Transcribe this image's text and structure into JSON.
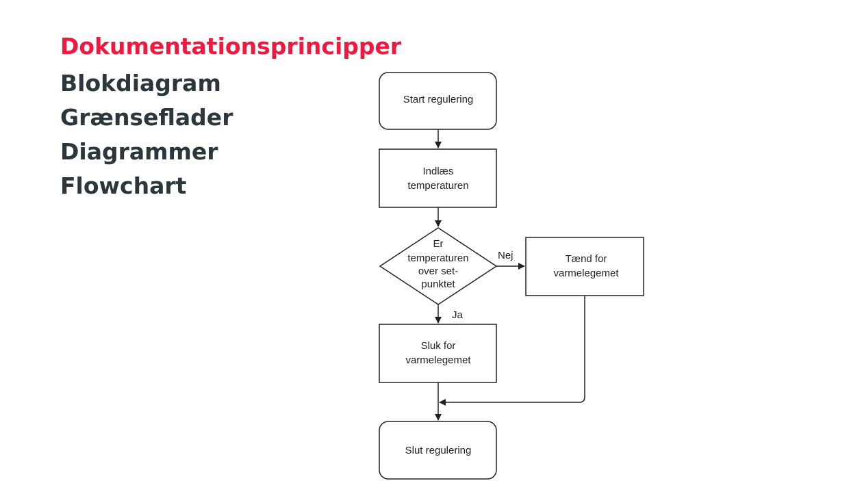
{
  "menu": {
    "items": [
      {
        "label": "Dokumentationsprincipper",
        "active": true
      },
      {
        "label": "Blokdiagram",
        "active": false
      },
      {
        "label": "Grænseflader",
        "active": false
      },
      {
        "label": "Diagrammer",
        "active": false
      },
      {
        "label": "Flowchart",
        "active": false
      }
    ],
    "active_color": "#f0183f",
    "text_color": "#2b373a"
  },
  "flowchart": {
    "start": {
      "line1": "Start regulering"
    },
    "read_temp": {
      "line1": "Indlæs",
      "line2": "temperaturen"
    },
    "decision": {
      "line1": "Er",
      "line2": "temperaturen",
      "line3": "over set-",
      "line4": "punktet"
    },
    "heater_on": {
      "line1": "Tænd for",
      "line2": "varmelegemet"
    },
    "heater_off": {
      "line1": "Sluk for",
      "line2": "varmelegemet"
    },
    "end": {
      "line1": "Slut regulering"
    },
    "label_no": "Nej",
    "label_yes": "Ja"
  }
}
